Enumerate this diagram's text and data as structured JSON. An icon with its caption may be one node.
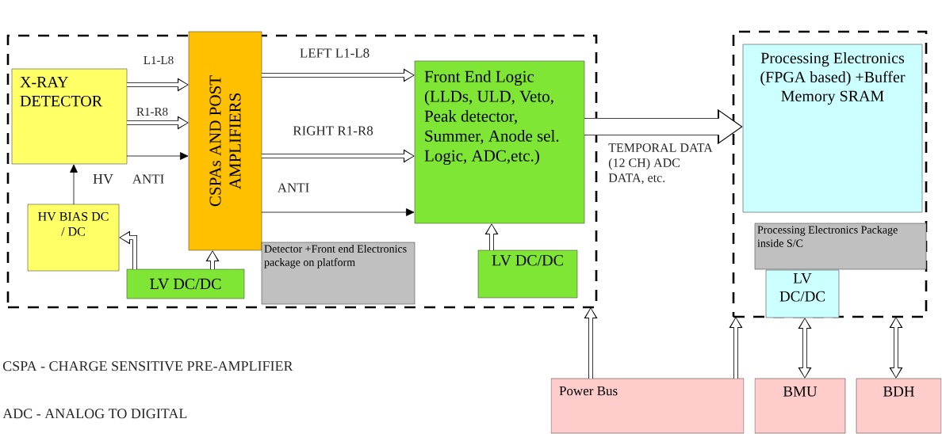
{
  "diagram": {
    "nodes": [
      {
        "text": [],
        "shape": "box"
      },
      {
        "text": [
          "X-RAY DETECTOR"
        ],
        "in": 0
      },
      {
        "text": [
          "CSPAs AND POST AMPLIFIERS"
        ],
        "in": 0
      },
      {
        "text": [
          "Front End Logic (LLDs, ULD, Veto, Peak detector, Summer, Anode sel. Logic, ADC,etc.)"
        ],
        "in": 0
      },
      {
        "text": [
          "HV BIAS DC / DC"
        ],
        "in": 0
      },
      {
        "text": [
          "LV DC/DC"
        ],
        "in": 0
      },
      {
        "text": [
          "Detector +Front end Electronics package on platform"
        ],
        "in": 0
      },
      {
        "text": [
          "LV DC/DC"
        ],
        "in": 0
      },
      {
        "text": [],
        "shape": "box"
      },
      {
        "text": [
          "Processing Electronics (FPGA based) +Buffer Memory SRAM"
        ],
        "in": 8
      },
      {
        "text": [
          "Processing Electronics Package inside S/C"
        ],
        "in": 8
      },
      {
        "text": [
          "LV DC/DC"
        ],
        "in": 8
      },
      {
        "text": [
          "Power Bus"
        ]
      },
      {
        "text": [
          "BMU"
        ]
      },
      {
        "text": [
          "BDH"
        ]
      }
    ],
    "edges": [
      {
        "from": 1,
        "to": 2,
        "arrow": "to",
        "label": "L1-L8"
      },
      {
        "from": 1,
        "to": 2,
        "arrow": "to",
        "label": "R1-R8"
      },
      {
        "from": 1,
        "to": 2,
        "arrow": "to",
        "label": "ANTI",
        "color": "#000000"
      },
      {
        "from": 4,
        "to": 1,
        "arrow": "to",
        "label": "HV",
        "color": "#000000"
      },
      {
        "from": 2,
        "to": 3,
        "arrow": "to",
        "label": "LEFT    L1-L8"
      },
      {
        "from": 2,
        "to": 3,
        "arrow": "to",
        "label": "RIGHT   R1-R8"
      },
      {
        "from": 2,
        "to": 3,
        "arrow": "to",
        "label": "ANTI",
        "color": "#000000"
      },
      {
        "from": 3,
        "to": 9,
        "arrow": "to",
        "style": "thick",
        "label": "TEMPORAL DATA (12 CH) ADC DATA, etc."
      },
      {
        "from": 5,
        "to": 4,
        "arrow": "to"
      },
      {
        "from": 5,
        "to": 2,
        "arrow": "to"
      },
      {
        "from": 7,
        "to": 3,
        "arrow": "to"
      },
      {
        "from": 12,
        "to": 0,
        "arrow": "to"
      },
      {
        "from": 12,
        "to": 8,
        "arrow": "to"
      },
      {
        "from": 11,
        "to": 13,
        "arrow": "both"
      },
      {
        "from": 8,
        "to": 14,
        "arrow": "both"
      }
    ],
    "labels": [
      "CSPA - CHARGE SENSITIVE PRE-AMPLIFIER",
      "ADC - ANALOG TO DIGITAL"
    ]
  }
}
